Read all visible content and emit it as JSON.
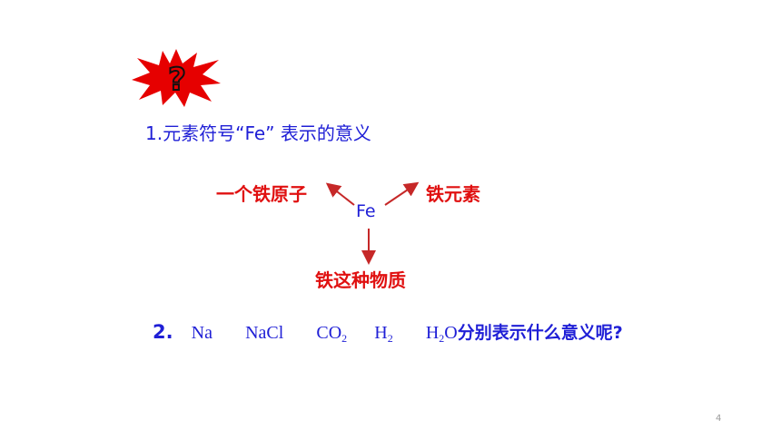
{
  "burst": {
    "glyph": "?",
    "fill": "#e60000",
    "shadow": "#1a1a1a"
  },
  "question1": "1.元素符号“Fe” 表示的意义",
  "diagram": {
    "center": "Fe",
    "left": "一个铁原子",
    "right": "铁元素",
    "bottom": "铁这种物质"
  },
  "question2": {
    "number": "2.",
    "formulas": [
      {
        "base": "Na",
        "sub": ""
      },
      {
        "base": "NaCl",
        "sub": ""
      },
      {
        "base": "CO",
        "sub": "2"
      },
      {
        "base": "H",
        "sub": "2"
      },
      {
        "pre": "H",
        "sub": "2",
        "post": "O"
      }
    ],
    "tail": "分别表示什么意义呢?"
  },
  "page_number": "4",
  "colors": {
    "blue": "#1f1fd6",
    "red": "#e01010",
    "arrow": "#c62828"
  }
}
